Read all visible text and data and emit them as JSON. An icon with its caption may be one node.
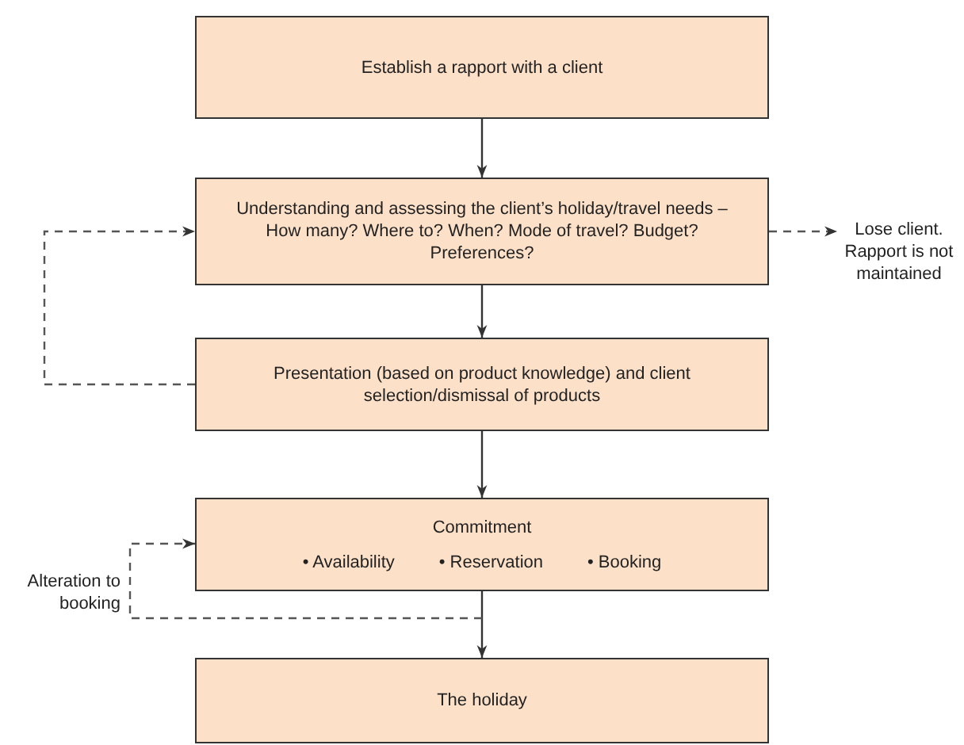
{
  "diagram": {
    "nodes": [
      {
        "text": [
          "Establish a rapport with a client"
        ]
      },
      {
        "text": [
          "Understanding and assessing the client’s holiday/travel needs – How many? Where to? When? Mode of travel? Budget? Preferences?"
        ]
      },
      {
        "text": [
          "Presentation (based on product knowledge) and client selection/dismissal of products"
        ]
      },
      {
        "text": [
          "Commitment",
          "• Availability",
          "• Reservation",
          "• Booking"
        ]
      },
      {
        "text": [
          "The holiday"
        ]
      },
      {
        "text": [
          "Lose client. Rapport is not maintained"
        ]
      }
    ],
    "edges": [
      {
        "from": 0,
        "to": 1,
        "arrow": "to"
      },
      {
        "from": 1,
        "to": 2,
        "arrow": "to"
      },
      {
        "from": 2,
        "to": 3,
        "arrow": "to"
      },
      {
        "from": 3,
        "to": 4,
        "arrow": "to"
      },
      {
        "from": 2,
        "to": 1,
        "arrow": "to",
        "style": "dashed"
      },
      {
        "from": 1,
        "to": 5,
        "arrow": "to",
        "style": "dashed"
      },
      {
        "from": null,
        "to": 3,
        "arrow": "to",
        "style": "dashed",
        "label": "Alteration to booking"
      }
    ]
  }
}
